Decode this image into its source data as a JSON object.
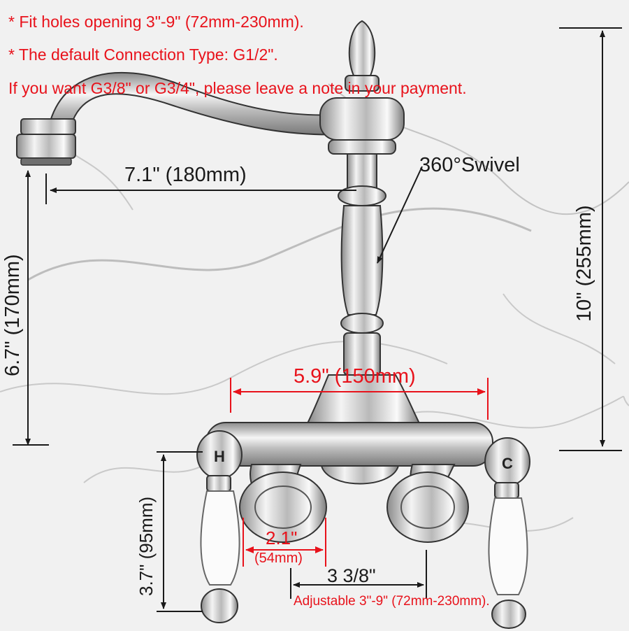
{
  "notes": [
    "* Fit holes opening 3\"-9\" (72mm-230mm).",
    "* The default Connection Type: G1/2\".",
    "If you want G3/8\" or G3/4\", please leave a note in your payment."
  ],
  "dimensions": {
    "spout_reach": "7.1\" (180mm)",
    "swivel": "360°Swivel",
    "total_height": "10\" (255mm)",
    "spout_height": "6.7\" (170mm)",
    "center_spacing": "5.9\" (150mm)",
    "handle_height": "3.7\" (95mm)",
    "flange_width_in": "2.1\"",
    "flange_width_mm": "(54mm)",
    "leg_length": "3 3/8\"",
    "adjustable": "Adjustable 3\"-9\" (72mm-230mm)."
  },
  "handles": {
    "hot": "H",
    "cold": "C"
  },
  "colors": {
    "annotation_red": "#e8121b",
    "dimension_black": "#1a1a1a",
    "chrome": "#d9d9d9"
  }
}
